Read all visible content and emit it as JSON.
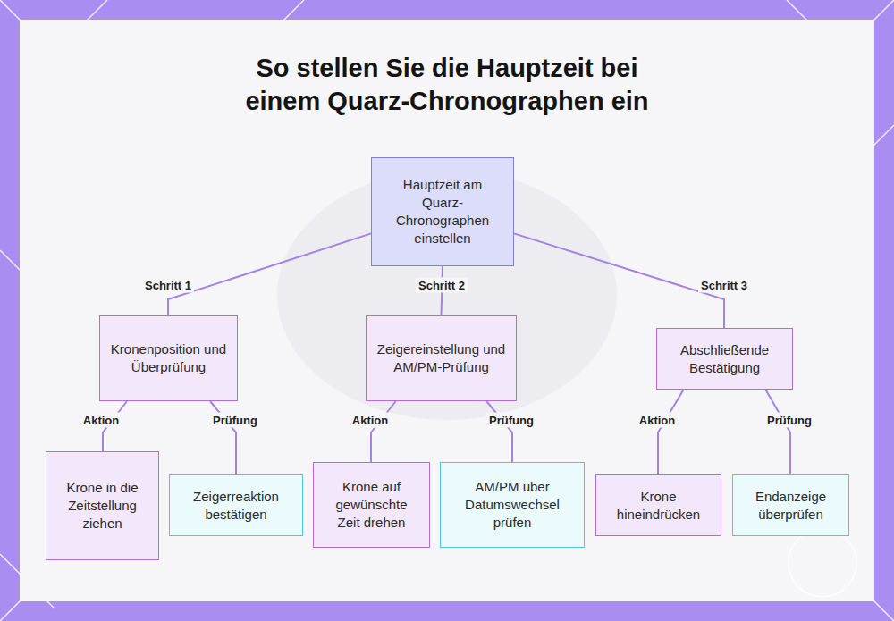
{
  "diagram": {
    "title": "So stellen Sie die Hauptzeit bei einem Quarz-Chronographen ein",
    "nodes": [
      {
        "text": [
          "Hauptzeit am Quarz-Chronographen einstellen"
        ]
      },
      {
        "text": [
          "Kronenposition und Überprüfung"
        ]
      },
      {
        "text": [
          "Zeigereinstellung und AM/PM-Prüfung"
        ]
      },
      {
        "text": [
          "Abschließende Bestätigung"
        ]
      },
      {
        "text": [
          "Krone in die Zeitstellung ziehen"
        ]
      },
      {
        "text": [
          "Zeigerreaktion bestätigen"
        ]
      },
      {
        "text": [
          "Krone auf gewünschte Zeit drehen"
        ]
      },
      {
        "text": [
          "AM/PM über Datumswechsel prüfen"
        ]
      },
      {
        "text": [
          "Krone hineindrücken"
        ]
      },
      {
        "text": [
          "Endanzeige überprüfen"
        ]
      }
    ],
    "edges": [
      {
        "from": 0,
        "to": 1,
        "label": "Schritt 1",
        "arrow": "none"
      },
      {
        "from": 0,
        "to": 2,
        "label": "Schritt 2",
        "arrow": "none"
      },
      {
        "from": 0,
        "to": 3,
        "label": "Schritt 3",
        "arrow": "none"
      },
      {
        "from": 1,
        "to": 4,
        "label": "Aktion",
        "arrow": "none"
      },
      {
        "from": 1,
        "to": 5,
        "label": "Prüfung",
        "arrow": "none"
      },
      {
        "from": 2,
        "to": 6,
        "label": "Aktion",
        "arrow": "none"
      },
      {
        "from": 2,
        "to": 7,
        "label": "Prüfung",
        "arrow": "none"
      },
      {
        "from": 3,
        "to": 8,
        "label": "Aktion",
        "arrow": "none"
      },
      {
        "from": 3,
        "to": 9,
        "label": "Prüfung",
        "arrow": "none"
      }
    ]
  }
}
